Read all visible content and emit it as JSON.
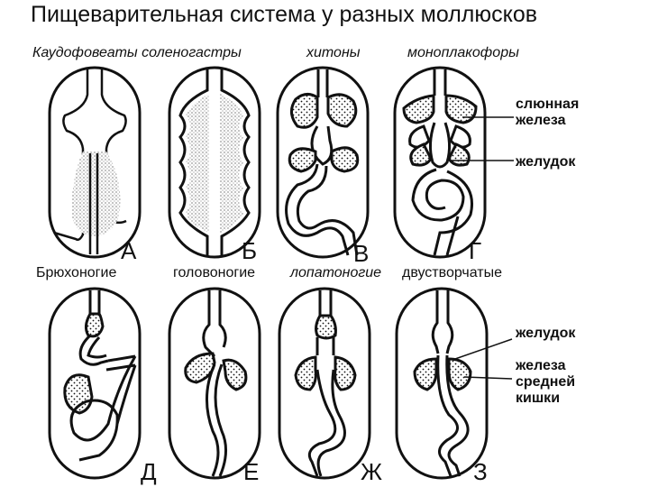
{
  "title": "Пищеварительная система у разных моллюсков",
  "captions": {
    "a": "Каудофовеаты соленогастры",
    "v": "хитоны",
    "g": "моноплакофоры",
    "d": "Брюхоногие",
    "e": "головоногие",
    "zh": "лопатоногие",
    "z": "двустворчатые"
  },
  "letters": {
    "a": "А",
    "b": "Б",
    "v": "В",
    "g": "Г",
    "d": "Д",
    "e": "Е",
    "zh": "Ж",
    "z": "З"
  },
  "labels": {
    "salivary_1": "слюнная",
    "salivary_2": "железа",
    "stomach_top": "желудок",
    "stomach_bottom": "желудок",
    "midgut_1": "железа",
    "midgut_2": "средней",
    "midgut_3": "кишки"
  }
}
